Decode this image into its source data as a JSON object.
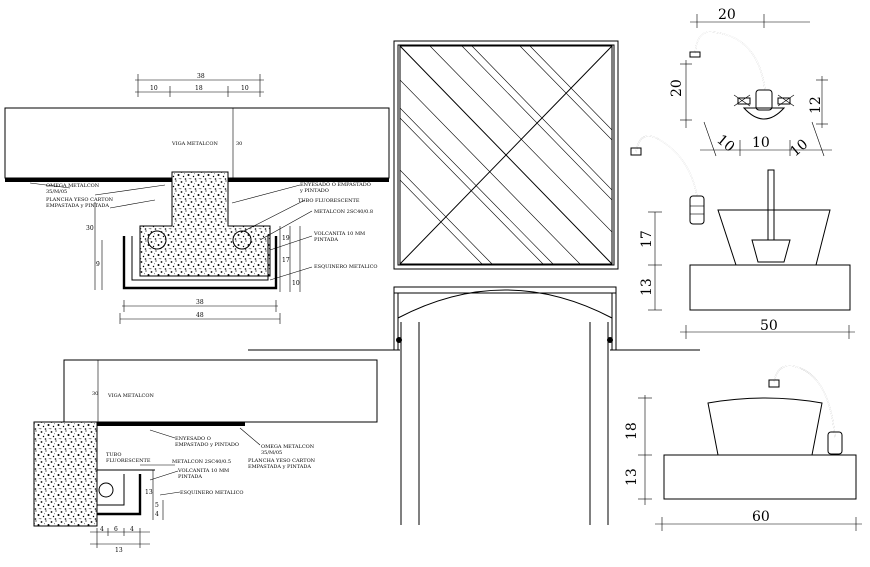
{
  "section_top": {
    "beam_label": "VIGA METALCON",
    "beam_height": "30",
    "dim_total_top": "38",
    "dim_parts_top": [
      "10",
      "18",
      "10"
    ],
    "dim_bottom_inner": "38",
    "dim_bottom_total": "48",
    "left_dims": [
      "30",
      "9"
    ],
    "right_dims": [
      "19",
      "17",
      "10"
    ],
    "labels_left": [
      "OMEGA METALCON",
      "35/M/05",
      "PLANCHA YESO CARTON",
      "EMPASTADA y PINTADA"
    ],
    "labels_right": [
      "ENYESADO O EMPASTADO",
      "y PINTADO",
      "TUBO FLUORESCENTE",
      "METALCON 2SC40/0.8",
      "VOLCANITA 10 MM",
      "PINTADA",
      "ESQUINERO METALICO"
    ]
  },
  "section_bottom": {
    "beam_label": "VIGA METALCON",
    "beam_height": "30",
    "bottom_dims": [
      "4",
      "6",
      "4",
      "13"
    ],
    "side_dims": [
      "13",
      "5",
      "4"
    ],
    "labels": [
      "ENYESADO O",
      "EMPASTADO y PINTADO",
      "OMEGA METALCON",
      "35/M/05",
      "PLANCHA YESO CARTON",
      "EMPASTADA y PINTADA",
      "TUBO",
      "FLUORESCENTE",
      "METALCON 2SC40/0.5",
      "VOLCANITA 10 MM",
      "PINTADA",
      "ESQUINERO METALICO"
    ]
  },
  "faucet_detail": {
    "top": "20",
    "left": "20",
    "right": "12",
    "bottom": [
      "10",
      "10",
      "10"
    ]
  },
  "sink_top": {
    "height_upper": "17",
    "height_lower": "13",
    "width": "50"
  },
  "sink_bottom": {
    "height_upper": "18",
    "height_lower": "13",
    "width": "60"
  }
}
